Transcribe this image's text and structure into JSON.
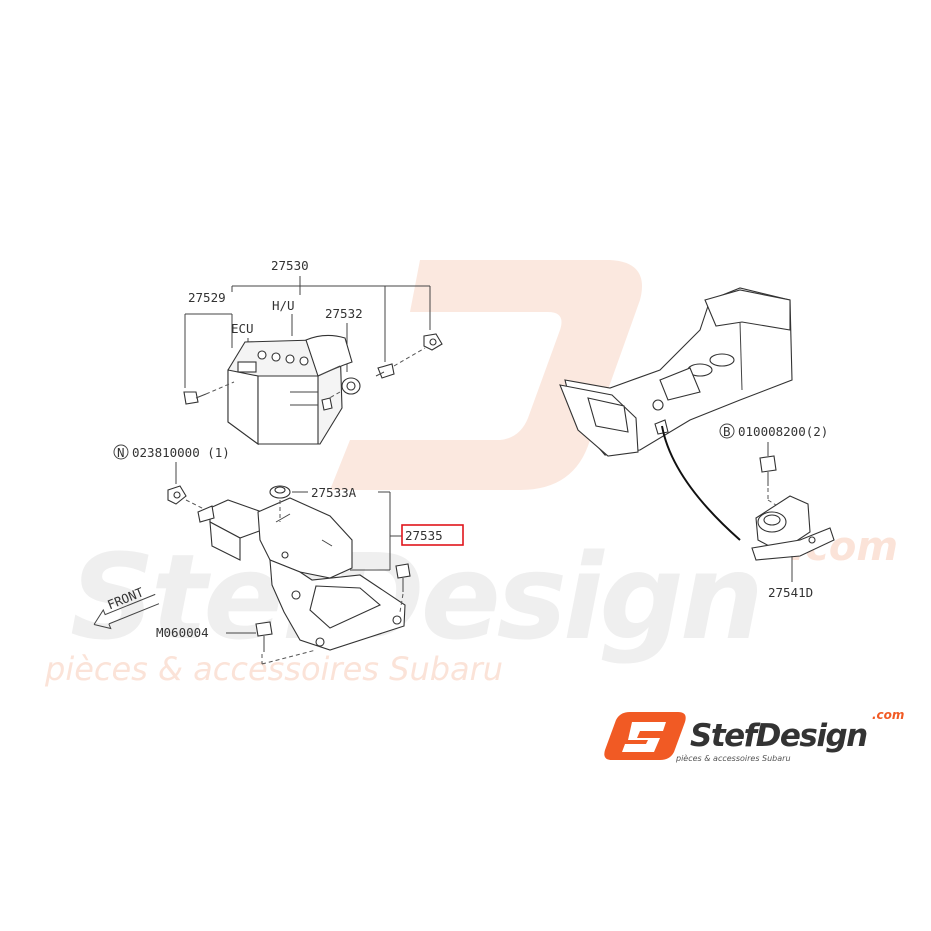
{
  "watermark": {
    "brand": "StefDesign",
    "tagline": "pièces & accessoires Subaru",
    "dotcom": ".com"
  },
  "labels": {
    "assy": "27530",
    "sensor": "27529",
    "hu": "H/U",
    "ecu": "ECU",
    "grommet": "27532",
    "nut_code": "023810000 (1)",
    "nut_prefix": "N",
    "grommet_a": "27533A",
    "bracket": "27535",
    "bolt_m": "M060004",
    "bolt_b_code": "010008200(2)",
    "bolt_b_prefix": "B",
    "sensor_d": "27541D",
    "front": "FRONT"
  },
  "colors": {
    "highlight": "#e0151c",
    "logo_orange": "#f15a24",
    "watermark_gray": "#efefef",
    "watermark_orange": "#fbe3d8"
  }
}
